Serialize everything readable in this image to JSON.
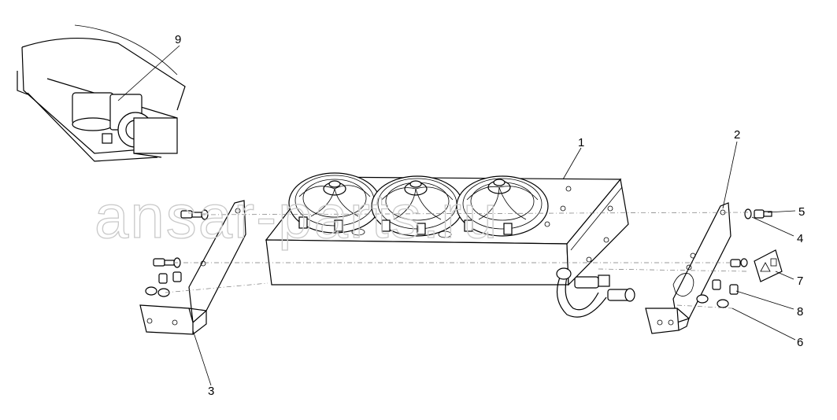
{
  "watermark": "ansar-parts.ru",
  "callouts": [
    {
      "label": "1"
    },
    {
      "label": "2"
    },
    {
      "label": "3"
    },
    {
      "label": "4"
    },
    {
      "label": "5"
    },
    {
      "label": "6"
    },
    {
      "label": "7"
    },
    {
      "label": "8"
    },
    {
      "label": "9"
    }
  ]
}
